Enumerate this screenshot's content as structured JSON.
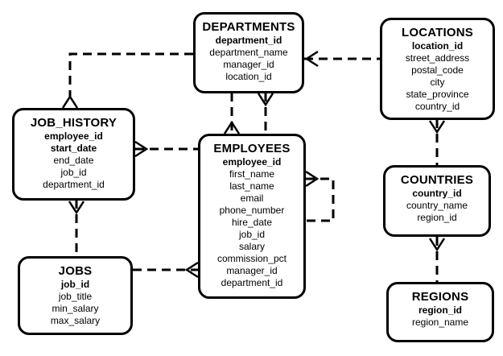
{
  "entities": {
    "departments": {
      "title": "DEPARTMENTS",
      "attributes": [
        {
          "text": "department_id",
          "key": true
        },
        {
          "text": "department_name",
          "key": false
        },
        {
          "text": "manager_id",
          "key": false
        },
        {
          "text": "location_id",
          "key": false
        }
      ]
    },
    "locations": {
      "title": "LOCATIONS",
      "attributes": [
        {
          "text": "location_id",
          "key": true
        },
        {
          "text": "street_address",
          "key": false
        },
        {
          "text": "postal_code",
          "key": false
        },
        {
          "text": "city",
          "key": false
        },
        {
          "text": "state_province",
          "key": false
        },
        {
          "text": "country_id",
          "key": false
        }
      ]
    },
    "job_history": {
      "title": "JOB_HISTORY",
      "attributes": [
        {
          "text": "employee_id",
          "key": true
        },
        {
          "text": "start_date",
          "key": true
        },
        {
          "text": "end_date",
          "key": false
        },
        {
          "text": "job_id",
          "key": false
        },
        {
          "text": "department_id",
          "key": false
        }
      ]
    },
    "employees": {
      "title": "EMPLOYEES",
      "attributes": [
        {
          "text": "employee_id",
          "key": true
        },
        {
          "text": "first_name",
          "key": false
        },
        {
          "text": "last_name",
          "key": false
        },
        {
          "text": "email",
          "key": false
        },
        {
          "text": "phone_number",
          "key": false
        },
        {
          "text": "hire_date",
          "key": false
        },
        {
          "text": "job_id",
          "key": false
        },
        {
          "text": "salary",
          "key": false
        },
        {
          "text": "commission_pct",
          "key": false
        },
        {
          "text": "manager_id",
          "key": false
        },
        {
          "text": "department_id",
          "key": false
        }
      ]
    },
    "countries": {
      "title": "COUNTRIES",
      "attributes": [
        {
          "text": "country_id",
          "key": true
        },
        {
          "text": "country_name",
          "key": false
        },
        {
          "text": "region_id",
          "key": false
        }
      ]
    },
    "jobs": {
      "title": "JOBS",
      "attributes": [
        {
          "text": "job_id",
          "key": true
        },
        {
          "text": "job_title",
          "key": false
        },
        {
          "text": "min_salary",
          "key": false
        },
        {
          "text": "max_salary",
          "key": false
        }
      ]
    },
    "regions": {
      "title": "REGIONS",
      "attributes": [
        {
          "text": "region_id",
          "key": true
        },
        {
          "text": "region_name",
          "key": false
        }
      ]
    }
  }
}
